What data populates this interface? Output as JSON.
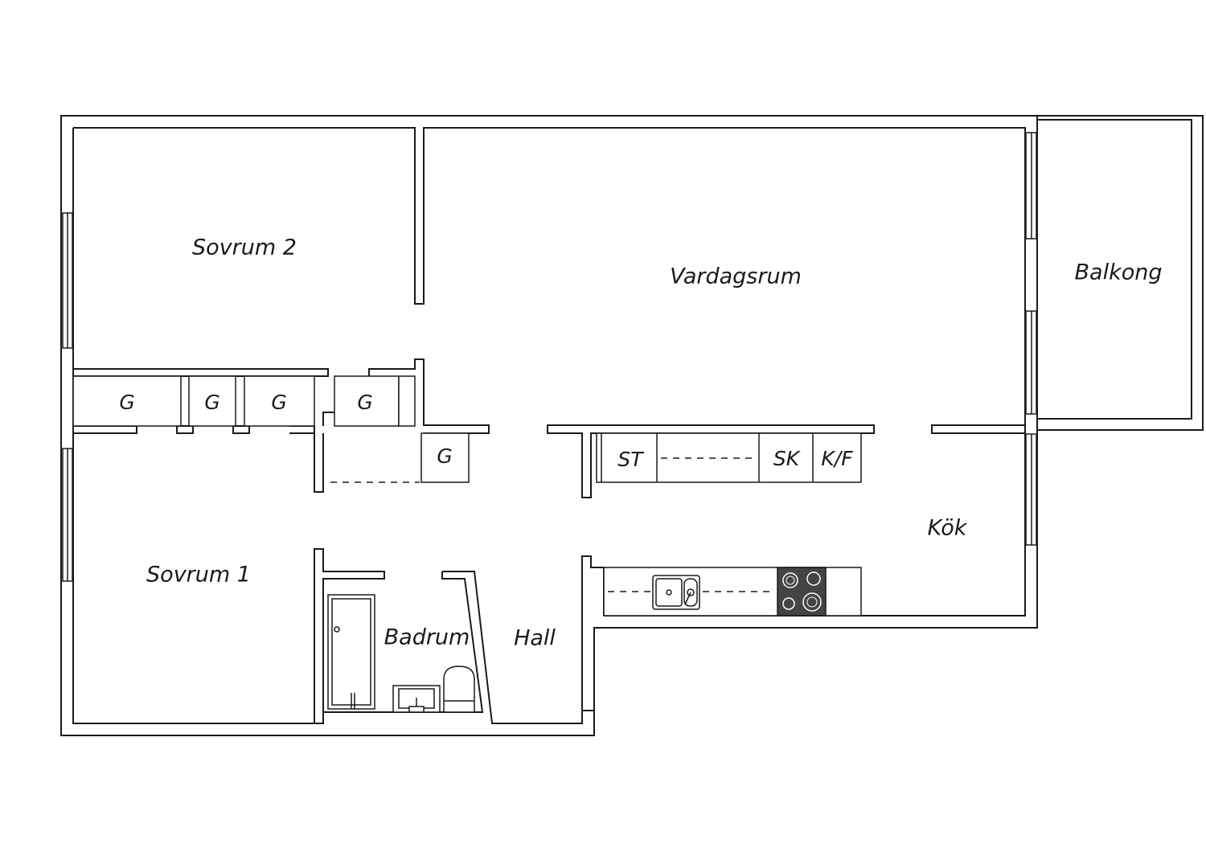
{
  "rooms": {
    "sovrum2": "Sovrum 2",
    "vardagsrum": "Vardagsrum",
    "balkong": "Balkong",
    "sovrum1": "Sovrum 1",
    "kok": "Kök",
    "badrum": "Badrum",
    "hall": "Hall"
  },
  "storage": {
    "g1": "G",
    "g2": "G",
    "g3": "G",
    "g4": "G",
    "g5": "G"
  },
  "kitchen_units": {
    "st": "ST",
    "sk": "SK",
    "kf": "K/F"
  },
  "colors": {
    "wall": "#1a1a1a",
    "background": "#ffffff",
    "stove": "#444444"
  }
}
